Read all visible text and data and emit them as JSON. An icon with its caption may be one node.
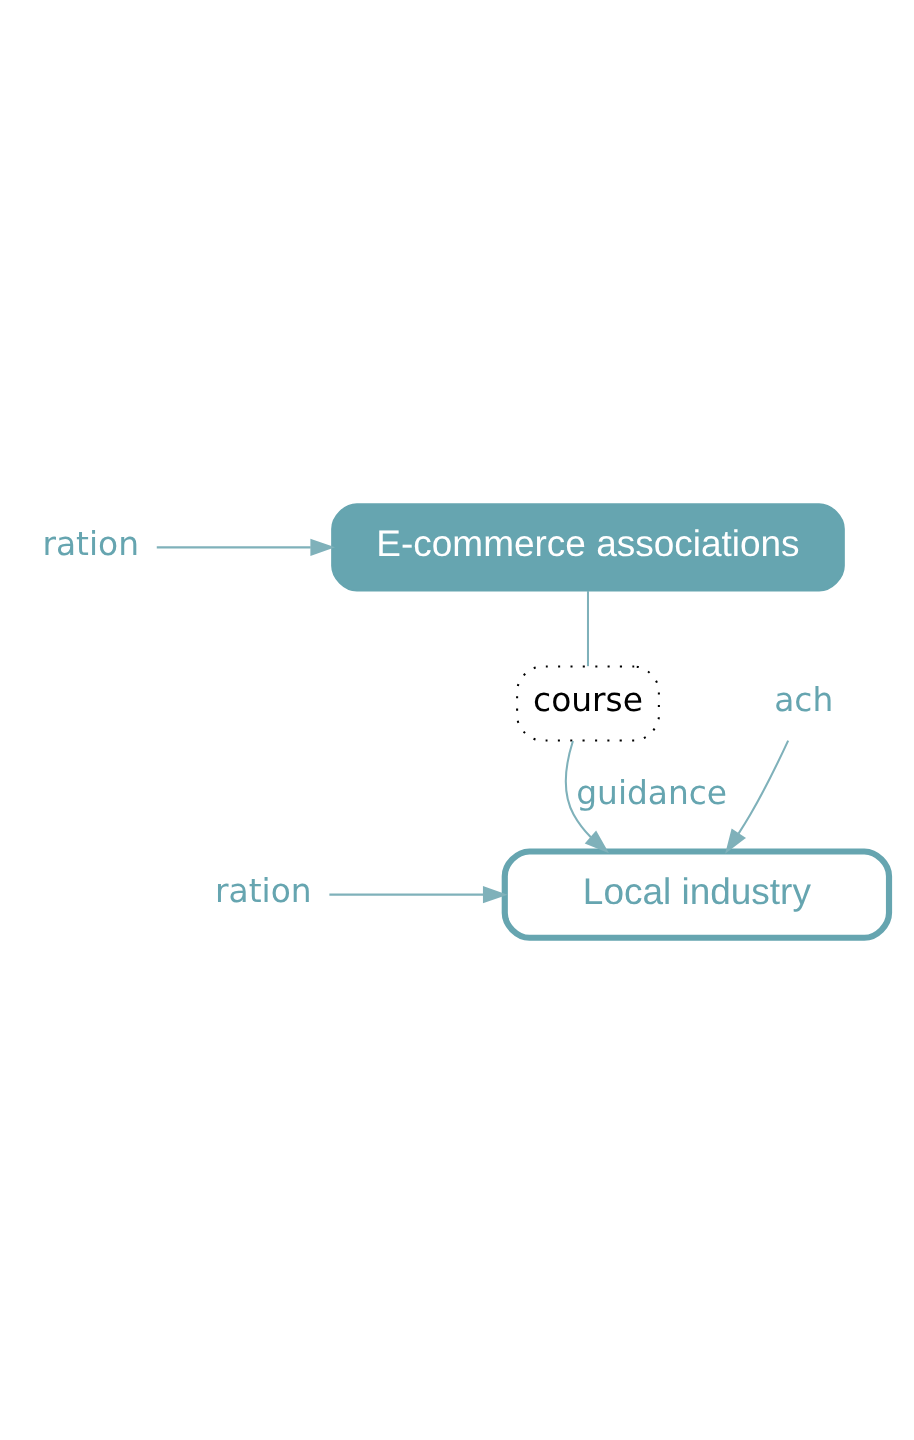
{
  "diagram": {
    "nodes": [
      {
        "text": [
          "ration"
        ]
      },
      {
        "text": [
          "E-commerce associations"
        ]
      },
      {
        "text": [
          "course"
        ]
      },
      {
        "text": [
          "ach"
        ]
      },
      {
        "text": [
          "Local industry"
        ]
      },
      {
        "text": [
          "ration"
        ]
      }
    ],
    "edges": [
      {
        "from": 0,
        "to": 1,
        "arrow": "to"
      },
      {
        "from": 1,
        "to": 2,
        "arrow": "none"
      },
      {
        "from": 2,
        "to": 4,
        "arrow": "to",
        "label": "guidance"
      },
      {
        "from": 3,
        "to": 4,
        "arrow": "to"
      },
      {
        "from": 5,
        "to": 4,
        "arrow": "to"
      }
    ]
  }
}
